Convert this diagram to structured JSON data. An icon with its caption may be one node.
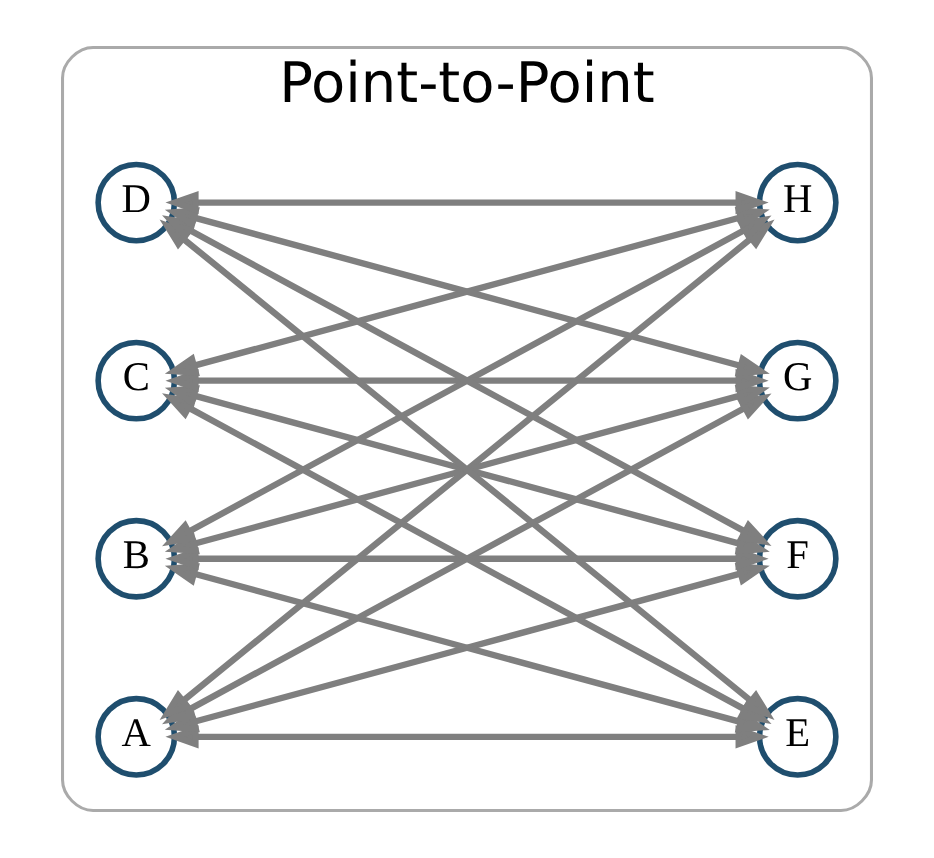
{
  "diagram": {
    "nodes": [
      {
        "text": [
          "Point-to-Point"
        ]
      },
      {
        "text": [
          "A"
        ],
        "in": 0
      },
      {
        "text": [
          "B"
        ],
        "in": 0
      },
      {
        "text": [
          "C"
        ],
        "in": 0
      },
      {
        "text": [
          "D"
        ],
        "in": 0
      },
      {
        "text": [
          "E"
        ],
        "in": 0
      },
      {
        "text": [
          "F"
        ],
        "in": 0
      },
      {
        "text": [
          "G"
        ],
        "in": 0
      },
      {
        "text": [
          "H"
        ],
        "in": 0
      }
    ],
    "edges": [
      {
        "from": 1,
        "to": 5,
        "arrow": "both"
      },
      {
        "from": 1,
        "to": 6,
        "arrow": "both"
      },
      {
        "from": 1,
        "to": 7,
        "arrow": "both"
      },
      {
        "from": 1,
        "to": 8,
        "arrow": "both"
      },
      {
        "from": 2,
        "to": 5,
        "arrow": "both"
      },
      {
        "from": 2,
        "to": 6,
        "arrow": "both"
      },
      {
        "from": 2,
        "to": 7,
        "arrow": "both"
      },
      {
        "from": 2,
        "to": 8,
        "arrow": "both"
      },
      {
        "from": 3,
        "to": 5,
        "arrow": "both"
      },
      {
        "from": 3,
        "to": 6,
        "arrow": "both"
      },
      {
        "from": 3,
        "to": 7,
        "arrow": "both"
      },
      {
        "from": 3,
        "to": 8,
        "arrow": "both"
      },
      {
        "from": 4,
        "to": 5,
        "arrow": "both"
      },
      {
        "from": 4,
        "to": 6,
        "arrow": "both"
      },
      {
        "from": 4,
        "to": 7,
        "arrow": "both"
      },
      {
        "from": 4,
        "to": 8,
        "arrow": "both"
      }
    ]
  }
}
